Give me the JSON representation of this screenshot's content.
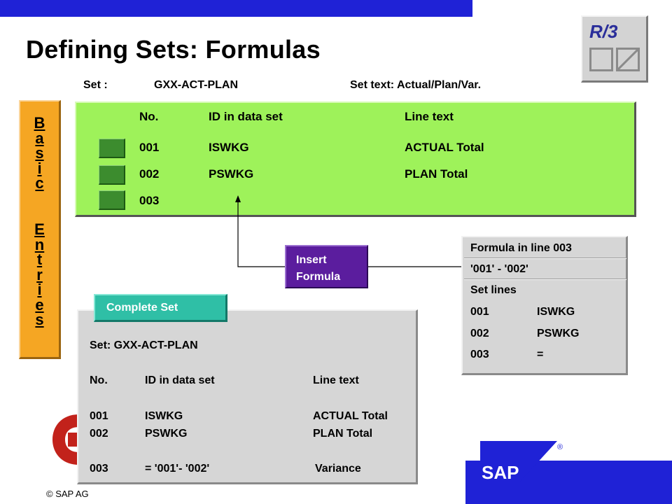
{
  "header": {
    "title": "Defining Sets: Formulas"
  },
  "logo": {
    "r3_text": "R/3"
  },
  "set_info": {
    "set_label": "Set :",
    "set_value": "GXX-ACT-PLAN",
    "set_text": "Set text: Actual/Plan/Var."
  },
  "sidebar": {
    "letters_basic": [
      "B",
      "a",
      "s",
      "i",
      "c"
    ],
    "letters_entries": [
      "E",
      "n",
      "t",
      "r",
      "i",
      "e",
      "s"
    ]
  },
  "set_editor": {
    "headers": {
      "no": "No.",
      "id": "ID in data set",
      "line_text": "Line text"
    },
    "rows": [
      {
        "no": "001",
        "id": "ISWKG",
        "line_text": "ACTUAL Total"
      },
      {
        "no": "002",
        "id": "PSWKG",
        "line_text": "PLAN Total"
      },
      {
        "no": "003",
        "id": "",
        "line_text": ""
      }
    ]
  },
  "insert_formula": {
    "line1": "Insert",
    "line2": "Formula"
  },
  "formula_panel": {
    "title": "Formula in line 003",
    "formula": "'001' - '002'",
    "set_lines_label": "Set lines",
    "lines": [
      {
        "no": "001",
        "id": "ISWKG"
      },
      {
        "no": "002",
        "id": "PSWKG"
      },
      {
        "no": "003",
        "id": "="
      }
    ]
  },
  "complete_set": {
    "tab_label": "Complete Set",
    "set_line": "Set: GXX-ACT-PLAN",
    "headers": {
      "no": "No.",
      "id": "ID in data set",
      "line_text": "Line text"
    },
    "rows": [
      {
        "no": "001",
        "id": "ISWKG",
        "line_text": "ACTUAL Total"
      },
      {
        "no": "002",
        "id": "PSWKG",
        "line_text": "PLAN Total"
      },
      {
        "no": "003",
        "id": "= '001'- '002'",
        "line_text": "Variance"
      }
    ]
  },
  "footer": {
    "copyright": "© SAP AG"
  },
  "brand": {
    "sap_text": "SAP",
    "registered": "®"
  },
  "colors": {
    "primary_blue": "#1f22d6",
    "green_panel": "#9ef25a",
    "orange_sidebar": "#f5a623",
    "purple_button": "#5b1d9e",
    "teal_tab": "#2fbfa6"
  }
}
